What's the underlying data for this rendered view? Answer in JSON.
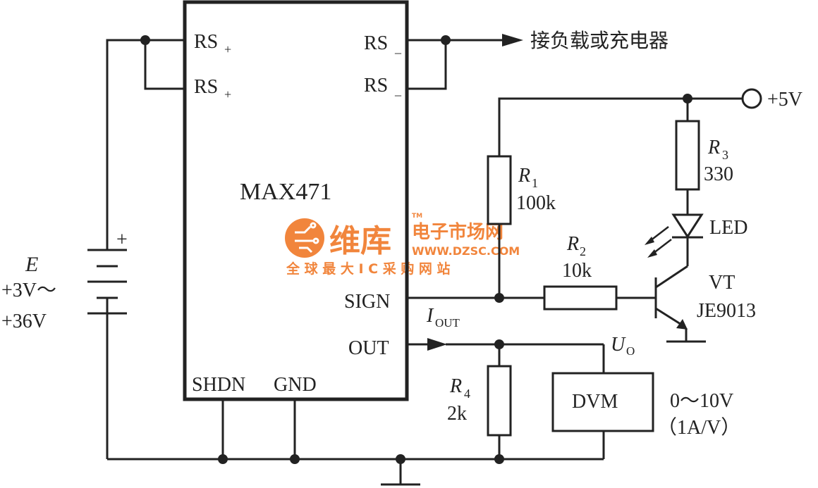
{
  "chip": {
    "name": "MAX471",
    "pin_rs_plus": "RS",
    "pin_rs_plus_sub": "+",
    "pin_rs_minus": "RS",
    "pin_rs_minus_sub": "_",
    "pin_sign": "SIGN",
    "pin_out": "OUT",
    "pin_shdn": "SHDN",
    "pin_gnd": "GND"
  },
  "load_label": "接负载或充电器",
  "supply": {
    "label": "+5V"
  },
  "battery": {
    "name": "E",
    "range_line1": "+3V～",
    "range_line2": "+36V",
    "polarity": "+"
  },
  "resistors": {
    "r1": {
      "name": "R",
      "sub": "1",
      "value": "100k"
    },
    "r2": {
      "name": "R",
      "sub": "2",
      "value": "10k"
    },
    "r3": {
      "name": "R",
      "sub": "3",
      "value": "330"
    },
    "r4": {
      "name": "R",
      "sub": "4",
      "value": "2k"
    }
  },
  "led": {
    "label": "LED"
  },
  "transistor": {
    "name": "VT",
    "part": "JE9013"
  },
  "iout": {
    "name": "I",
    "sub": "OUT"
  },
  "uo": {
    "name": "U",
    "sub": "O"
  },
  "meter": {
    "label": "DVM",
    "range": "0～10V",
    "scale": "（1A/V）"
  },
  "watermark": {
    "brand": "维库",
    "site": "电子市场网",
    "url": "WWW.DZSC.COM",
    "slogan": "全 球 最 大 I C 采 购 网 站",
    "tm": "TM",
    "color": "#f07828"
  }
}
